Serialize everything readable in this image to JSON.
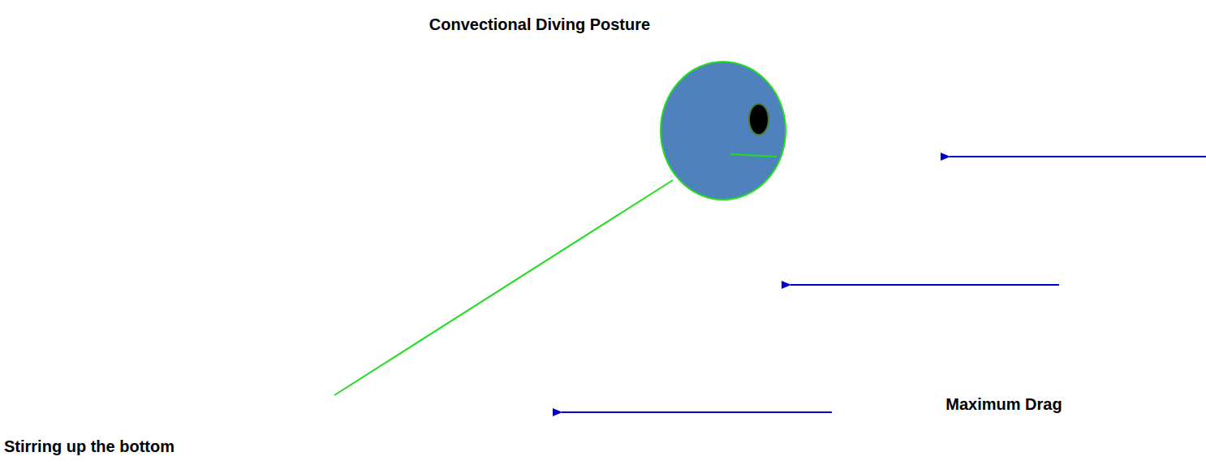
{
  "diagram": {
    "title": "Convectional Diving Posture",
    "labels": [
      "Maximum Drag",
      "Stirring up the bottom"
    ]
  }
}
